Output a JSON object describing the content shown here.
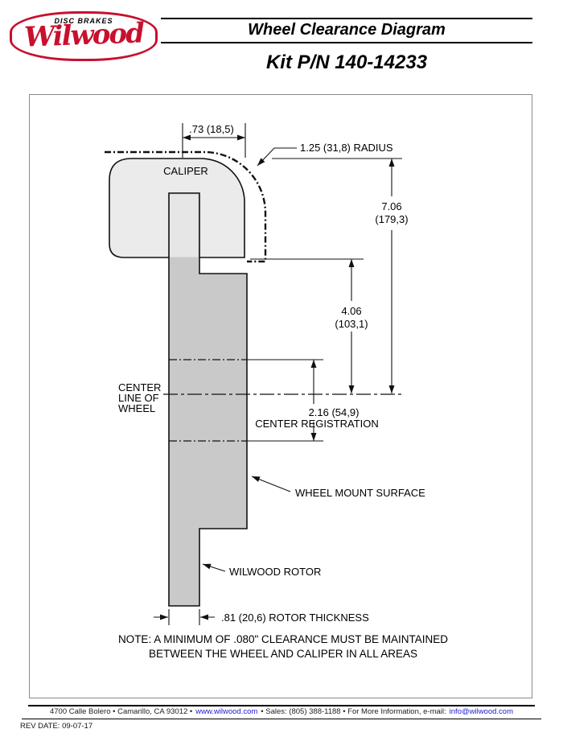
{
  "logo": {
    "tagline": "DISC BRAKES",
    "brand": "Wilwood"
  },
  "header": {
    "title": "Wheel Clearance Diagram",
    "subtitle": "Kit P/N 140-14233"
  },
  "diagram": {
    "caliper_label": "CALIPER",
    "dims": {
      "caliper_overhang": ".73 (18,5)",
      "radius": "1.25 (31,8) RADIUS",
      "overall_in": "7.06",
      "overall_mm": "(179,3)",
      "mount_in": "4.06",
      "mount_mm": "(103,1)",
      "registration": "2.16 (54,9)",
      "registration_label": "CENTER REGISTRATION",
      "rotor_thickness": ".81 (20,6) ROTOR THICKNESS"
    },
    "labels": {
      "centerline_1": "CENTER",
      "centerline_2": "LINE OF",
      "centerline_3": "WHEEL",
      "wheel_mount": "WHEEL MOUNT SURFACE",
      "rotor": "WILWOOD ROTOR"
    },
    "note_line1": "NOTE: A MINIMUM OF .080\" CLEARANCE MUST BE MAINTAINED",
    "note_line2": "BETWEEN THE WHEEL AND CALIPER IN ALL AREAS"
  },
  "footer": {
    "address": "4700 Calle Bolero • Camarillo, CA 93012 •",
    "website": "www.wilwood.com",
    "middle": "• Sales: (805) 388-1188 • For More Information, e-mail:",
    "email": "info@wilwood.com",
    "rev_date": "REV DATE:  09-07-17"
  },
  "colors": {
    "red": "#c8102e",
    "blue": "#1a1acc"
  }
}
